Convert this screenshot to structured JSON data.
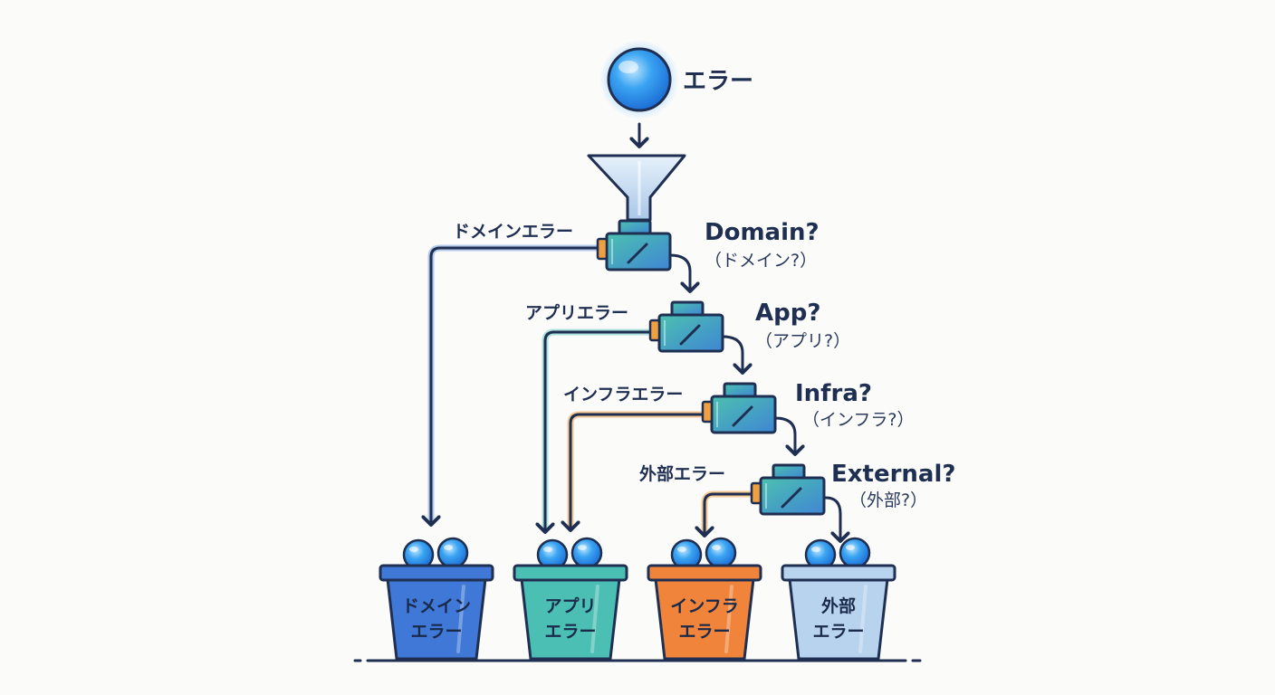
{
  "input": {
    "label": "エラー"
  },
  "stages": [
    {
      "question": "Domain?",
      "question_sub": "（ドメイン?）",
      "branch_label": "ドメインエラー"
    },
    {
      "question": "App?",
      "question_sub": "（アプリ?）",
      "branch_label": "アプリエラー"
    },
    {
      "question": "Infra?",
      "question_sub": "（インフラ?）",
      "branch_label": "インフラエラー"
    },
    {
      "question": "External?",
      "question_sub": "（外部?）",
      "branch_label": "外部エラー"
    }
  ],
  "buckets": [
    {
      "line1": "ドメイン",
      "line2": "エラー",
      "color": "#3f78d6"
    },
    {
      "line1": "アプリ",
      "line2": "エラー",
      "color": "#4cbfb4"
    },
    {
      "line1": "インフラ",
      "line2": "エラー",
      "color": "#f0843a"
    },
    {
      "line1": "外部",
      "line2": "エラー",
      "color": "#b8d3ee"
    }
  ],
  "colors": {
    "ink": "#1f2f52",
    "route_blue": "#2f6fd0",
    "route_teal": "#4cbfb4",
    "route_orange": "#f0a040"
  }
}
